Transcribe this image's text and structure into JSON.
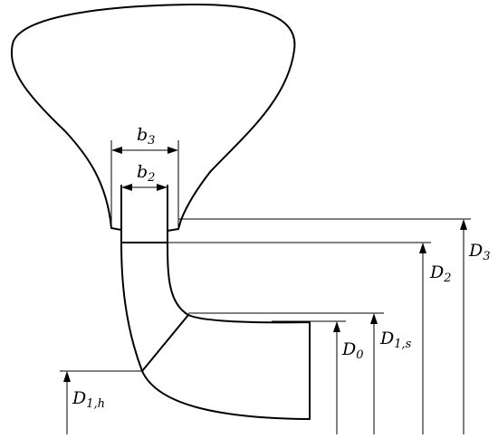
{
  "labels": {
    "b3": {
      "main": "b",
      "sub": "3"
    },
    "b2": {
      "main": "b",
      "sub": "2"
    },
    "D3": {
      "main": "D",
      "sub": "3"
    },
    "D2": {
      "main": "D",
      "sub": "2"
    },
    "D0": {
      "main": "D",
      "sub": "0"
    },
    "D1s": {
      "main": "D",
      "sub": "1,s"
    },
    "D1h": {
      "main": "D",
      "sub": "1,h"
    }
  }
}
